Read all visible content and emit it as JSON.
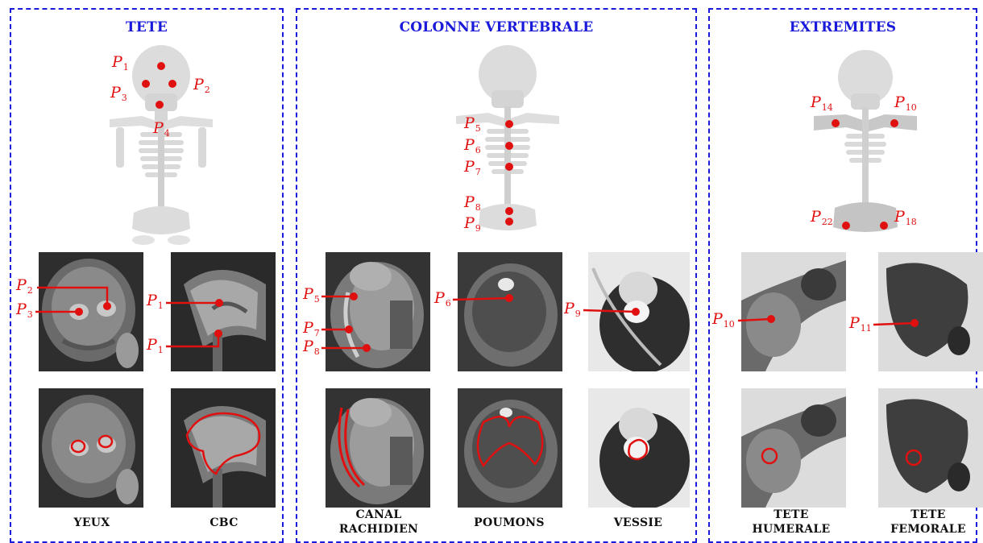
{
  "panels": {
    "tete": {
      "title": "TETE",
      "captions": [
        "YEUX",
        "CBC"
      ]
    },
    "colonne": {
      "title": "COLONNE VERTEBRALE",
      "captions": [
        "CANAL RACHIDIEN",
        "POUMONS",
        "VESSIE"
      ]
    },
    "extremites": {
      "title": "EXTREMITES",
      "captions": [
        "TETE HUMERALE",
        "TETE FEMORALE"
      ]
    }
  },
  "landmarks": {
    "skeleton_tete": [
      {
        "sym": "P",
        "idx": "1"
      },
      {
        "sym": "P",
        "idx": "2"
      },
      {
        "sym": "P",
        "idx": "3"
      },
      {
        "sym": "P",
        "idx": "4"
      }
    ],
    "skeleton_colonne": [
      {
        "sym": "P",
        "idx": "5"
      },
      {
        "sym": "P",
        "idx": "6"
      },
      {
        "sym": "P",
        "idx": "7"
      },
      {
        "sym": "P",
        "idx": "8"
      },
      {
        "sym": "P",
        "idx": "9"
      }
    ],
    "skeleton_extremites": [
      {
        "sym": "P",
        "idx": "14"
      },
      {
        "sym": "P",
        "idx": "10"
      },
      {
        "sym": "P",
        "idx": "22"
      },
      {
        "sym": "P",
        "idx": "18"
      }
    ],
    "mri_yeux": [
      {
        "sym": "P",
        "idx": "2"
      },
      {
        "sym": "P",
        "idx": "3"
      }
    ],
    "mri_cbc": [
      {
        "sym": "P",
        "idx": "1"
      },
      {
        "sym": "P",
        "idx": "1"
      }
    ],
    "mri_canal": [
      {
        "sym": "P",
        "idx": "5"
      },
      {
        "sym": "P",
        "idx": "7"
      },
      {
        "sym": "P",
        "idx": "8"
      }
    ],
    "mri_poumons": [
      {
        "sym": "P",
        "idx": "6"
      }
    ],
    "mri_vessie": [
      {
        "sym": "P",
        "idx": "9"
      }
    ],
    "mri_humerale": [
      {
        "sym": "P",
        "idx": "10"
      }
    ],
    "mri_femorale": [
      {
        "sym": "P",
        "idx": "11"
      }
    ]
  },
  "colors": {
    "border": "#1a1adb",
    "title": "#1a1adb",
    "landmark": "#e01010",
    "skeleton": "#d9d9d9"
  }
}
